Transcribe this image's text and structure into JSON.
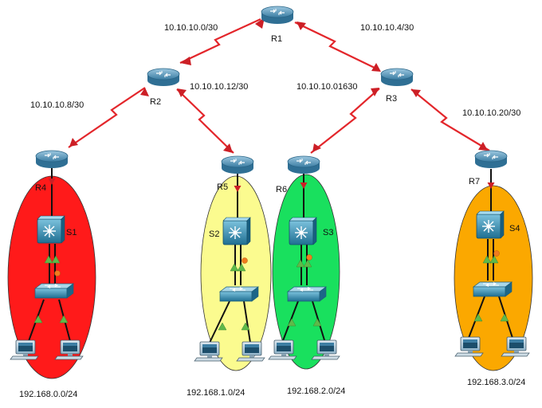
{
  "colors": {
    "link": "#e3262b",
    "arrow": "#cc1f26",
    "zone_r4": "#ff1a1a",
    "zone_r5": "#fbfb8f",
    "zone_r6": "#19e05e",
    "zone_r7": "#fba800",
    "router_body": "#4b8fb5",
    "switch_body": "#2b8fb3",
    "pc_body": "#6fa7c9",
    "port_green": "#5fb94a",
    "port_orange": "#f07c1e"
  },
  "routers": [
    {
      "id": "r1",
      "label": "R1"
    },
    {
      "id": "r2",
      "label": "R2"
    },
    {
      "id": "r3",
      "label": "R3"
    },
    {
      "id": "r4",
      "label": "R4"
    },
    {
      "id": "r5",
      "label": "R5"
    },
    {
      "id": "r6",
      "label": "R6"
    },
    {
      "id": "r7",
      "label": "R7"
    }
  ],
  "switches": [
    {
      "id": "s1",
      "label": "S1"
    },
    {
      "id": "s2",
      "label": "S2"
    },
    {
      "id": "s3",
      "label": "S3"
    },
    {
      "id": "s4",
      "label": "S4"
    }
  ],
  "links": [
    {
      "id": "r1-r2",
      "subnet": "10.10.10.0/30"
    },
    {
      "id": "r1-r3",
      "subnet": "10.10.10.4/30"
    },
    {
      "id": "r2-r4",
      "subnet": "10.10.10.8/30"
    },
    {
      "id": "r2-r5",
      "subnet": "10.10.10.12/30"
    },
    {
      "id": "r3-r6",
      "subnet": "10.10.10.01630"
    },
    {
      "id": "r3-r7",
      "subnet": "10.10.10.20/30"
    }
  ],
  "lans": [
    {
      "id": "lan0",
      "subnet": "192.168.0.0/24"
    },
    {
      "id": "lan1",
      "subnet": "192.168.1.0/24"
    },
    {
      "id": "lan2",
      "subnet": "192.168.2.0/24"
    },
    {
      "id": "lan3",
      "subnet": "192.168.3.0/24"
    }
  ]
}
